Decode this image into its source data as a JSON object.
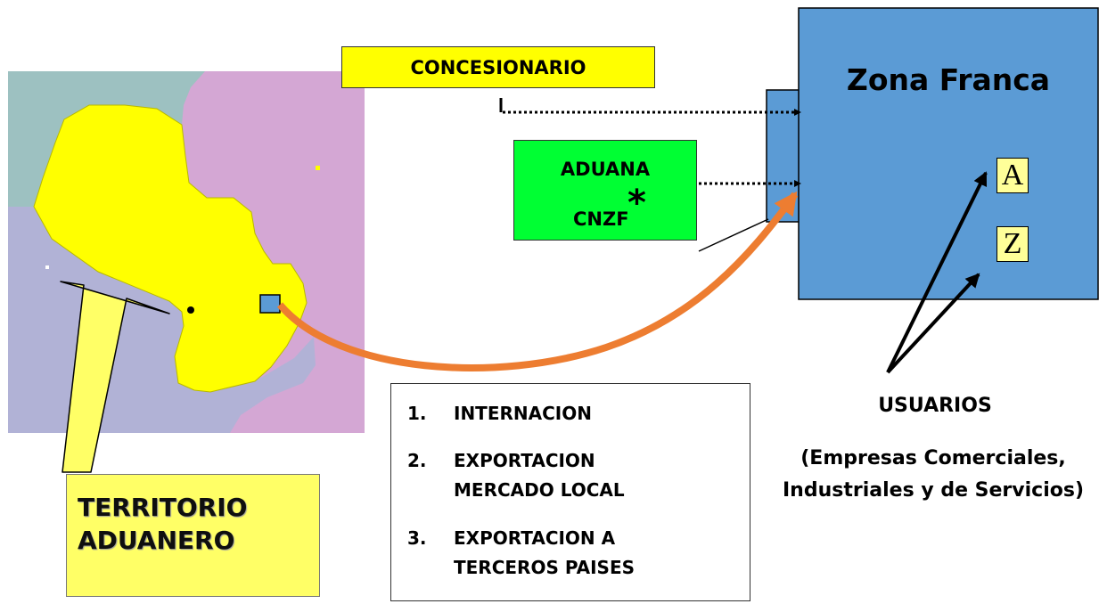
{
  "title": "Zona Franca",
  "nodes": {
    "concesionario": "CONCESIONARIO",
    "aduana": {
      "line1": "ADUANA",
      "line2": "CNZF",
      "mark": "*"
    },
    "user_a": "A",
    "user_z": "Z"
  },
  "usuarios": {
    "label": "USUARIOS",
    "desc_line1": "(Empresas Comerciales,",
    "desc_line2": "Industriales y de Servicios)"
  },
  "territorio": {
    "line1": "TERRITORIO",
    "line2": "ADUANERO"
  },
  "operations": [
    {
      "num": "1.",
      "lines": [
        "INTERNACION"
      ]
    },
    {
      "num": "2.",
      "lines": [
        "EXPORTACION",
        "MERCADO LOCAL"
      ]
    },
    {
      "num": "3.",
      "lines": [
        "EXPORTACION A",
        "TERCEROS PAISES"
      ]
    }
  ],
  "colors": {
    "zona_franca": "#5b9bd5",
    "concesionario": "#ffff00",
    "aduana": "#00ff33",
    "territory_fill": "#ffff00",
    "flow_arrow": "#ed7d31"
  }
}
